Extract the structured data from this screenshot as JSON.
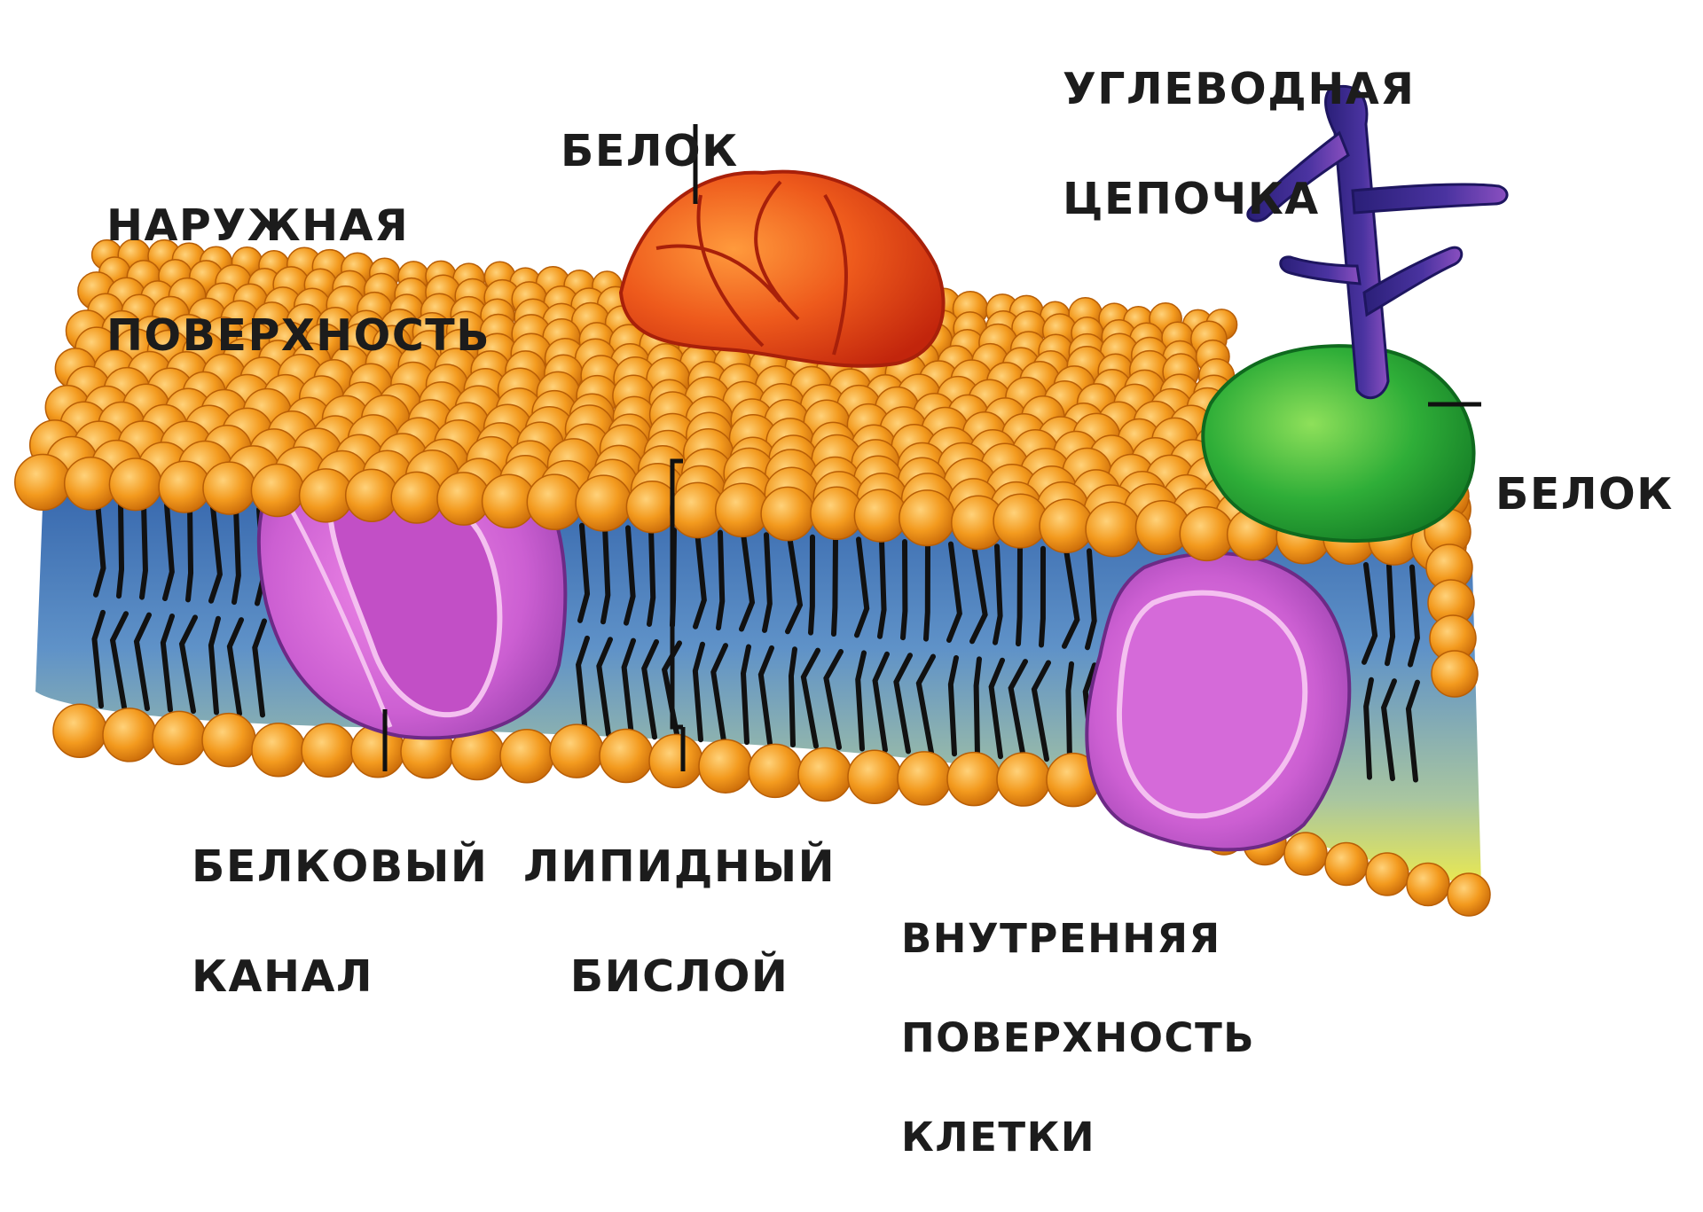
{
  "labels": {
    "outer_surface": [
      "НАРУЖНАЯ",
      "ПОВЕРХНОСТЬ"
    ],
    "protein_top": "БЕЛОК",
    "carbohydrate_chain": [
      "УГЛЕВОДНАЯ",
      "ЦЕПОЧКА"
    ],
    "protein_right": "БЕЛОК",
    "protein_channel": [
      "БЕЛКОВЫЙ",
      "КАНАЛ"
    ],
    "lipid_bilayer": [
      "ЛИПИДНЫЙ",
      "БИСЛОЙ"
    ],
    "inner_surface": [
      "ВНУТРЕННЯЯ",
      "ПОВЕРХНОСТЬ",
      "КЛЕТКИ"
    ]
  },
  "colors": {
    "lipid_head": "#f39a1e",
    "lipid_head_dark": "#c96a08",
    "membrane_core_top": "#3c6fb4",
    "membrane_core_bottom": "#e7e64a",
    "protein_top": "#e8461a",
    "protein_right": "#27a63a",
    "channel_protein": "#b54fc4",
    "carbohydrate": "#3b2a8a"
  }
}
